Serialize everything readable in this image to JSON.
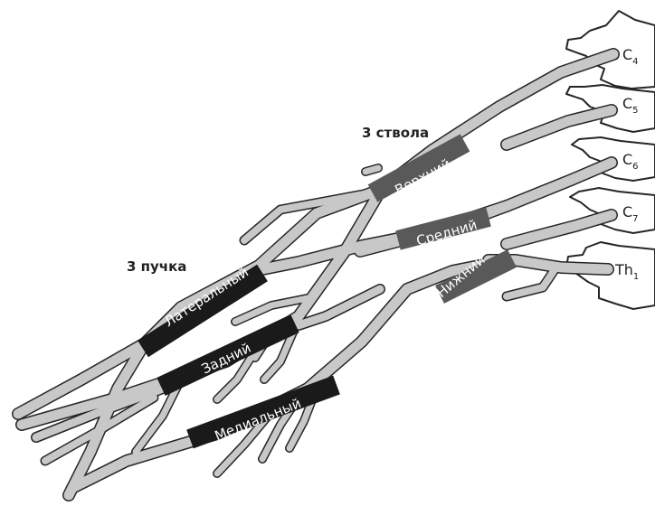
{
  "labels": {
    "trunks_heading": "3 ствола",
    "cords_heading": "3 пучка"
  },
  "vertebrae": [
    {
      "main": "C",
      "sub": "4"
    },
    {
      "main": "C",
      "sub": "5"
    },
    {
      "main": "C",
      "sub": "6"
    },
    {
      "main": "C",
      "sub": "7"
    },
    {
      "main": "Th",
      "sub": "1"
    }
  ],
  "trunks": {
    "upper": "Верхний",
    "middle": "Средний",
    "lower": "Нижний"
  },
  "cords": {
    "lateral": "Латеральный",
    "posterior": "Задний",
    "medial": "Медиальный"
  },
  "colors": {
    "nerve_fill": "#c8c8c8",
    "trunk_fill": "#595959",
    "cord_fill": "#1a1a1a",
    "outline": "#262626"
  }
}
